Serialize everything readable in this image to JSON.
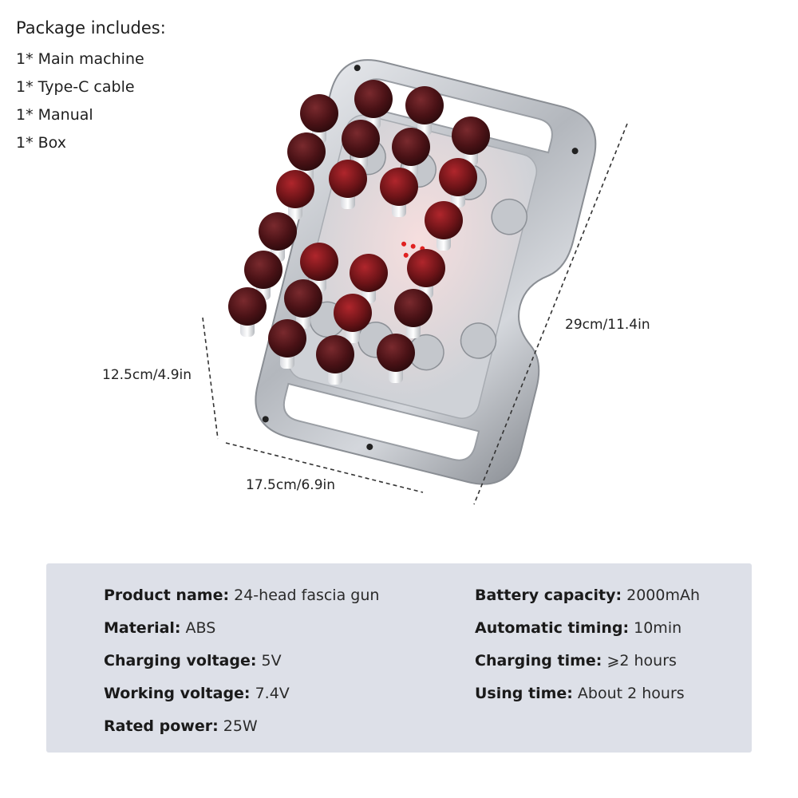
{
  "package": {
    "title": "Package includes:",
    "items": [
      "1* Main machine",
      "1* Type-C cable",
      "1* Manual",
      "1* Box"
    ]
  },
  "dimensions": {
    "width": "12.5cm/4.9in",
    "length": "17.5cm/6.9in",
    "height": "29cm/11.4in"
  },
  "specs": {
    "left": [
      {
        "key": "Product name:",
        "value": " 24-head fascia gun"
      },
      {
        "key": "Material:",
        "value": " ABS"
      },
      {
        "key": "Charging voltage:",
        "value": " 5V"
      },
      {
        "key": "Working voltage:",
        "value": " 7.4V"
      },
      {
        "key": "Rated power:",
        "value": " 25W"
      }
    ],
    "right": [
      {
        "key": "Battery capacity:",
        "value": " 2000mAh"
      },
      {
        "key": "Automatic timing:",
        "value": " 10min"
      },
      {
        "key": "Charging time:",
        "value": " ⩾2 hours"
      },
      {
        "key": "Using time:",
        "value": " About 2 hours"
      }
    ]
  },
  "colors": {
    "panel_background": "#dde0e8",
    "body_silver": "#b8bcc2",
    "ball_dark_red": "#4a1216",
    "indicator_red": "#e02020"
  }
}
